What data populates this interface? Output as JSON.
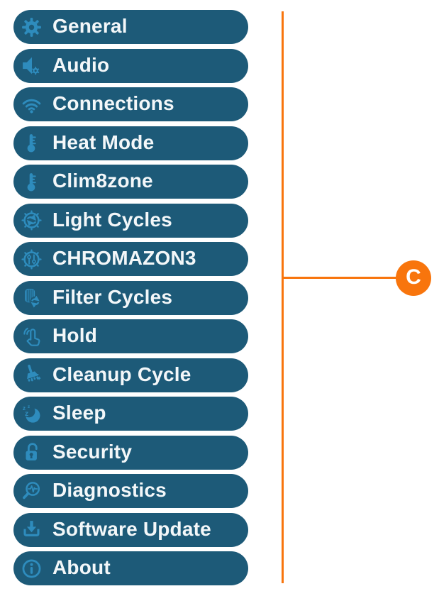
{
  "theme": {
    "pill_color": "#1d5a78",
    "icon_color": "#2e8cbd",
    "label_color": "#f3f7f9",
    "callout_color": "#f8750d",
    "background": "#ffffff"
  },
  "menu": {
    "items": [
      {
        "label": "General",
        "icon": "gear-icon"
      },
      {
        "label": "Audio",
        "icon": "speaker-gear-icon"
      },
      {
        "label": "Connections",
        "icon": "wifi-icon"
      },
      {
        "label": "Heat Mode",
        "icon": "thermometer-icon"
      },
      {
        "label": "Clim8zone",
        "icon": "thermometer-icon"
      },
      {
        "label": "Light Cycles",
        "icon": "gear-cycle-icon"
      },
      {
        "label": "CHROMAZON3",
        "icon": "gear-sliders-icon"
      },
      {
        "label": "Filter Cycles",
        "icon": "filter-cycle-icon"
      },
      {
        "label": "Hold",
        "icon": "touch-hold-icon"
      },
      {
        "label": "Cleanup Cycle",
        "icon": "broom-icon"
      },
      {
        "label": "Sleep",
        "icon": "moon-zzz-icon"
      },
      {
        "label": "Security",
        "icon": "open-padlock-icon"
      },
      {
        "label": "Diagnostics",
        "icon": "magnifier-pulse-icon"
      },
      {
        "label": "Software Update",
        "icon": "download-icon"
      },
      {
        "label": "About",
        "icon": "info-icon"
      }
    ]
  },
  "callout": {
    "label": "C"
  }
}
